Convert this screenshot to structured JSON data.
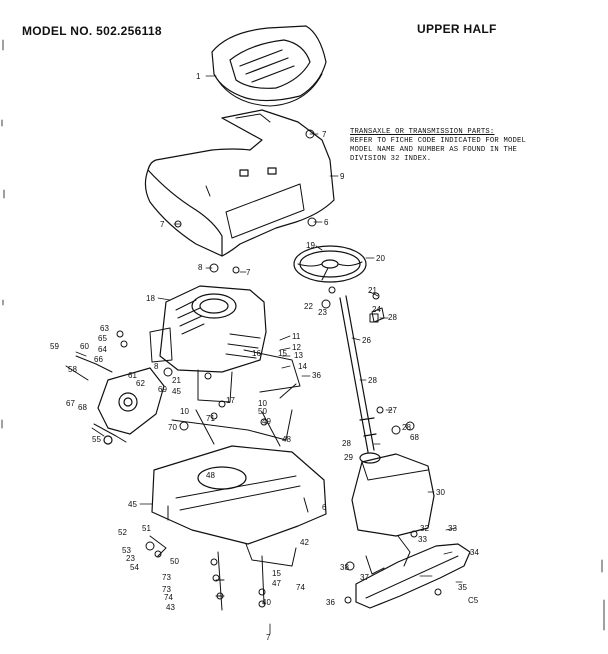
{
  "header": {
    "model": "MODEL NO. 502.256118",
    "section": "UPPER HALF"
  },
  "note": {
    "line1": "TRANSAXLE OR TRANSMISSION PARTS:",
    "line2": "REFER TO FICHE CODE INDICATED FOR MODEL",
    "line3": "MODEL NAME AND NUMBER AS FOUND IN THE",
    "line4": "DIVISION 32 INDEX."
  },
  "callouts": {
    "c1": "1",
    "c7a": "7",
    "c9": "9",
    "c7b": "7",
    "c6a": "6",
    "c8a": "8",
    "c7c": "7",
    "c19": "19",
    "c20": "20",
    "c18": "18",
    "c21": "21",
    "c22": "22",
    "c23a": "23",
    "c24": "24",
    "c28a": "28",
    "c26": "26",
    "c11": "11",
    "c12": "12",
    "c13": "13",
    "c14": "14",
    "c15a": "15",
    "c16a": "16",
    "c36": "36",
    "c28b": "28",
    "c63": "63",
    "c65": "65",
    "c64": "64",
    "c59": "59",
    "c60": "60",
    "c66": "66",
    "c58": "58",
    "c61": "61",
    "c62": "62",
    "c69": "69",
    "c67": "67",
    "c68a": "68",
    "c55": "55",
    "c8b": "8",
    "c21b": "21",
    "c45a": "45",
    "c17": "17",
    "c10a": "10",
    "c10b": "10",
    "c50a": "50",
    "c71": "71",
    "c70": "70",
    "c49": "49",
    "c48a": "48",
    "c27": "27",
    "c28c": "28",
    "c68b": "68",
    "c28d": "28",
    "c29": "29",
    "c48b": "48",
    "c30": "30",
    "c45b": "45",
    "c6b": "6",
    "c52": "52",
    "c51": "51",
    "c53": "53",
    "c23b": "23",
    "c54": "54",
    "c42": "42",
    "c32": "32",
    "c33a": "33",
    "c33b": "33",
    "c34": "34",
    "c50b": "50",
    "c73a": "73",
    "c73b": "73",
    "c74a": "74",
    "c43": "43",
    "c15b": "15",
    "c47": "47",
    "c74b": "74",
    "c40": "40",
    "c38": "38",
    "c37": "37",
    "c35": "35",
    "c36b": "36",
    "c65b": "C5",
    "c7d": "7"
  }
}
